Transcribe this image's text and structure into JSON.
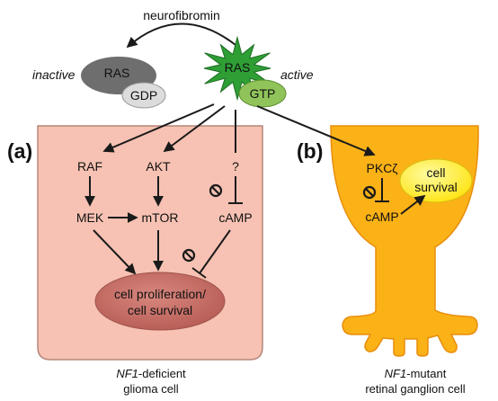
{
  "top": {
    "regulator": "neurofibromin",
    "inactive_label": "inactive",
    "active_label": "active",
    "ras_inactive": "RAS",
    "gdp": "GDP",
    "ras_active": "RAS",
    "gtp": "GTP"
  },
  "panel_a": {
    "tag": "(a)",
    "raf": "RAF",
    "akt": "AKT",
    "unknown": "?",
    "mek": "MEK",
    "mtor": "mTOR",
    "camp": "cAMP",
    "outcome_line1": "cell proliferation/",
    "outcome_line2": "cell survival",
    "caption_italic": "NF1",
    "caption_rest": "-deficient",
    "caption_line2": "glioma cell"
  },
  "panel_b": {
    "tag": "(b)",
    "pkc": "PKCζ",
    "camp": "cAMP",
    "outcome_line1": "cell",
    "outcome_line2": "survival",
    "caption_italic": "NF1",
    "caption_rest": "-mutant",
    "caption_line2": "retinal ganglion cell"
  },
  "colors": {
    "glioma_fill": "#f7c2b3",
    "glioma_stroke": "#b5867a",
    "outcome_fill": "#c46c64",
    "neuron_fill": "#fbb217",
    "neuron_stroke": "#e88d0c",
    "survival_fill": "#fff24a",
    "ras_active": "#2e9e35",
    "gtp": "#90c45a",
    "ras_inactive": "#6e6e6e",
    "gdp": "#dcdcdc"
  }
}
